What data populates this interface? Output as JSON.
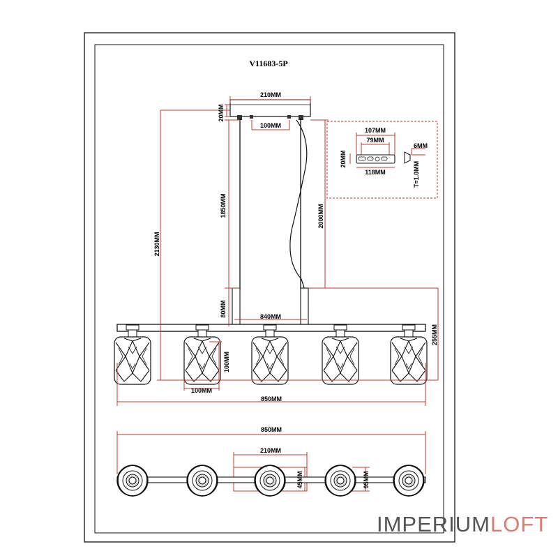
{
  "title": "V11683-5P",
  "brand": {
    "part1": "IMPERIUM",
    "part2": "LOFT",
    "accent": "#e07a6c"
  },
  "colors": {
    "line": "#111111",
    "dimension": "#c0392b"
  },
  "dimensions": {
    "canopy_width": "210MM",
    "canopy_height": "20MM",
    "canopy_mount_spacing": "100MM",
    "cable_length": "1850MM",
    "total_height": "2130MM",
    "max_height": "2000MM",
    "rod_height": "80MM",
    "bar_length": "840MM",
    "fixture_height": "255MM",
    "shade_height": "100MM",
    "shade_width": "100MM",
    "total_width_front": "850MM",
    "total_width_top": "850MM",
    "canopy_width_top": "210MM",
    "canopy_depth_top": "45MM",
    "bar_depth_top": "95MM"
  },
  "bracket": {
    "width_outer": "107MM",
    "width_inner": "79MM",
    "height": "20MM",
    "length": "118MM",
    "hole": "6MM",
    "thickness": "T=1.0MM"
  }
}
